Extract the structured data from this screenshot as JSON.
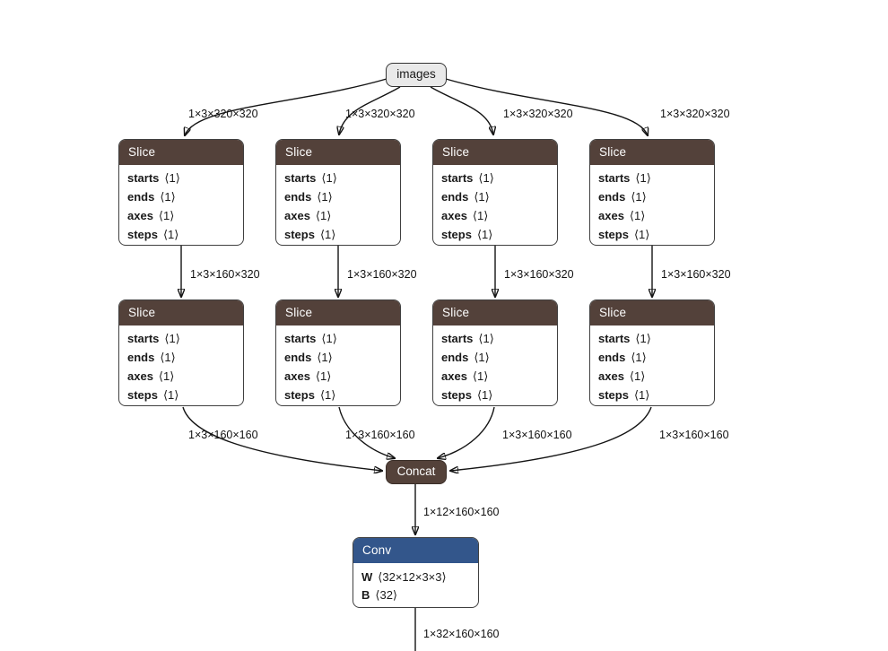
{
  "graph": {
    "input_node": {
      "label": "images"
    },
    "slice_row1": [
      {
        "title": "Slice",
        "attributes": [
          {
            "name": "starts",
            "value": "⟨1⟩"
          },
          {
            "name": "ends",
            "value": "⟨1⟩"
          },
          {
            "name": "axes",
            "value": "⟨1⟩"
          },
          {
            "name": "steps",
            "value": "⟨1⟩"
          }
        ]
      },
      {
        "title": "Slice",
        "attributes": [
          {
            "name": "starts",
            "value": "⟨1⟩"
          },
          {
            "name": "ends",
            "value": "⟨1⟩"
          },
          {
            "name": "axes",
            "value": "⟨1⟩"
          },
          {
            "name": "steps",
            "value": "⟨1⟩"
          }
        ]
      },
      {
        "title": "Slice",
        "attributes": [
          {
            "name": "starts",
            "value": "⟨1⟩"
          },
          {
            "name": "ends",
            "value": "⟨1⟩"
          },
          {
            "name": "axes",
            "value": "⟨1⟩"
          },
          {
            "name": "steps",
            "value": "⟨1⟩"
          }
        ]
      },
      {
        "title": "Slice",
        "attributes": [
          {
            "name": "starts",
            "value": "⟨1⟩"
          },
          {
            "name": "ends",
            "value": "⟨1⟩"
          },
          {
            "name": "axes",
            "value": "⟨1⟩"
          },
          {
            "name": "steps",
            "value": "⟨1⟩"
          }
        ]
      }
    ],
    "slice_row2": [
      {
        "title": "Slice",
        "attributes": [
          {
            "name": "starts",
            "value": "⟨1⟩"
          },
          {
            "name": "ends",
            "value": "⟨1⟩"
          },
          {
            "name": "axes",
            "value": "⟨1⟩"
          },
          {
            "name": "steps",
            "value": "⟨1⟩"
          }
        ]
      },
      {
        "title": "Slice",
        "attributes": [
          {
            "name": "starts",
            "value": "⟨1⟩"
          },
          {
            "name": "ends",
            "value": "⟨1⟩"
          },
          {
            "name": "axes",
            "value": "⟨1⟩"
          },
          {
            "name": "steps",
            "value": "⟨1⟩"
          }
        ]
      },
      {
        "title": "Slice",
        "attributes": [
          {
            "name": "starts",
            "value": "⟨1⟩"
          },
          {
            "name": "ends",
            "value": "⟨1⟩"
          },
          {
            "name": "axes",
            "value": "⟨1⟩"
          },
          {
            "name": "steps",
            "value": "⟨1⟩"
          }
        ]
      },
      {
        "title": "Slice",
        "attributes": [
          {
            "name": "starts",
            "value": "⟨1⟩"
          },
          {
            "name": "ends",
            "value": "⟨1⟩"
          },
          {
            "name": "axes",
            "value": "⟨1⟩"
          },
          {
            "name": "steps",
            "value": "⟨1⟩"
          }
        ]
      }
    ],
    "concat_node": {
      "label": "Concat"
    },
    "conv_node": {
      "title": "Conv",
      "attributes": [
        {
          "name": "W",
          "value": "⟨32×12×3×3⟩"
        },
        {
          "name": "B",
          "value": "⟨32⟩"
        }
      ]
    },
    "edge_labels": {
      "images_to_slice": [
        "1×3×320×320",
        "1×3×320×320",
        "1×3×320×320",
        "1×3×320×320"
      ],
      "slice_to_slice": [
        "1×3×160×320",
        "1×3×160×320",
        "1×3×160×320",
        "1×3×160×320"
      ],
      "slice_to_concat": [
        "1×3×160×160",
        "1×3×160×160",
        "1×3×160×160",
        "1×3×160×160"
      ],
      "concat_to_conv": "1×12×160×160",
      "conv_output": "1×32×160×160"
    },
    "colors": {
      "slice_header": "#53413a",
      "concat_fill": "#54423a",
      "conv_header": "#33568b",
      "input_fill": "#e9e9e9",
      "node_border": "#404040",
      "edge": "#141414"
    }
  }
}
